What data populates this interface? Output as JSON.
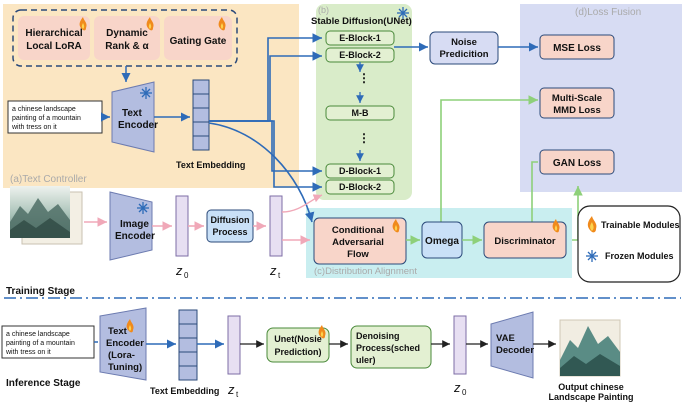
{
  "text_controller": {
    "modules": [
      {
        "line1": "Hierarchical",
        "line2": "Local LoRA"
      },
      {
        "line1": "Dynamic",
        "line2": "Rank  & α"
      },
      {
        "line1": "Gating Gate",
        "line2": ""
      }
    ],
    "prompt_line1": "a chinese landscape",
    "prompt_line2": "painting of a mountain",
    "prompt_line3": "with tress on it",
    "encoder_line1": "Text",
    "encoder_line2": "Encoder",
    "embedding_label": "Text Embedding",
    "section_label": "(a)Text Controller"
  },
  "unet": {
    "title": "Stable Diffusion(UNet)",
    "section_label": "(b)",
    "blocks": [
      "E-Block-1",
      "E-Block-2",
      "M-B",
      "D-Block-1",
      "D-Block-2"
    ]
  },
  "noise_prediction": {
    "line1": "Noise",
    "line2": "Predicition"
  },
  "loss_fusion": {
    "section_label": "(d)Loss Fusion",
    "mse": "MSE Loss",
    "mmd_line1": "Multi-Scale",
    "mmd_line2": "MMD Loss",
    "gan": "GAN Loss"
  },
  "training": {
    "image_encoder_line1": "Image",
    "image_encoder_line2": "Encoder",
    "diffusion_line1": "Diffusion",
    "diffusion_line2": "Process",
    "z0": "z",
    "z0_sub": "0",
    "zt": "z",
    "zt_sub": "t",
    "stage_label": "Training Stage"
  },
  "distribution_alignment": {
    "section_label": "(c)Distribution Alignment",
    "caf_line1": "Conditional",
    "caf_line2": "Adversarial",
    "caf_line3": "Flow",
    "omega": "Omega",
    "discriminator": "Discriminator"
  },
  "legend": {
    "trainable": "Trainable Modules",
    "frozen": "Frozen Modules"
  },
  "inference": {
    "prompt_line1": "a chinese landscape",
    "prompt_line2": "painting of a mountain",
    "prompt_line3": "with tress on it",
    "encoder_line1": "Text",
    "encoder_line2": "Encoder",
    "encoder_line3": "(Lora-",
    "encoder_line4": "Tuning)",
    "embedding_label": "Text Embedding",
    "zt": "z",
    "zt_sub": "t",
    "unet_line1": "Unet(Nosie",
    "unet_line2": "Prediction)",
    "denoise_line1": "Denoising",
    "denoise_line2": "Process(sched",
    "denoise_line3": "uler)",
    "z0": "z",
    "z0_sub": "0",
    "vae_line1": "VAE",
    "vae_line2": "Decoder",
    "output_line1": "Output chinese",
    "output_line2": "Landscape Painting",
    "stage_label": "Inference Stage"
  },
  "colors": {
    "text_controller_bg": "#fbe6c2",
    "unet_bg": "#d9ecc9",
    "loss_bg": "#d7dcf3",
    "alignment_bg": "#c9eef0",
    "block_fill": "#e3f0d2",
    "module_fill": "#f8d5c9",
    "encoder_fill": "#b3bde0",
    "arrow_blue": "#2e6bb8",
    "arrow_pink": "#f0a8b8",
    "arrow_green": "#8ed07a",
    "separator": "#2e6bb8"
  }
}
